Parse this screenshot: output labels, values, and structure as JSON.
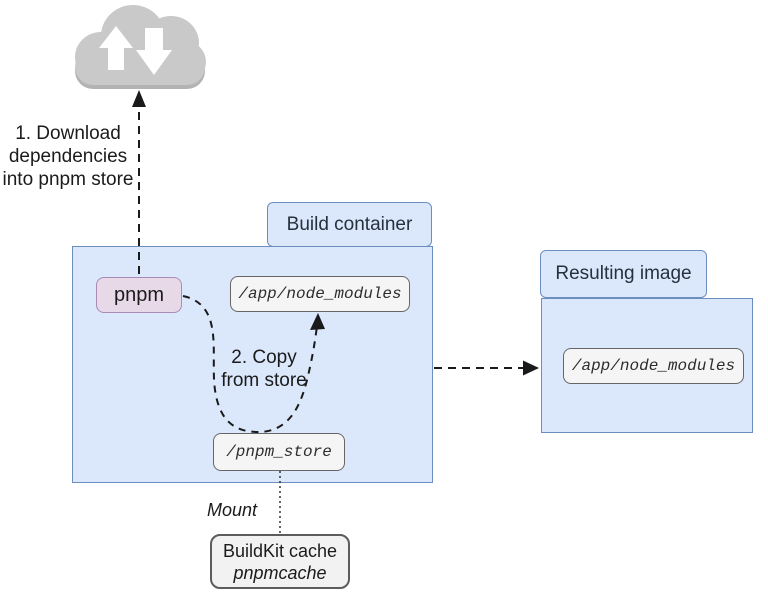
{
  "annotations": {
    "step1": "1. Download\ndependencies\ninto pnpm store",
    "step2": "2. Copy\nfrom store",
    "mount": "Mount"
  },
  "build_container": {
    "title": "Build container",
    "nodes": {
      "pnpm": "pnpm",
      "node_modules": "/app/node_modules",
      "pnpm_store": "/pnpm_store"
    }
  },
  "resulting_image": {
    "title": "Resulting image",
    "nodes": {
      "node_modules": "/app/node_modules"
    }
  },
  "buildkit_cache": {
    "line1": "BuildKit cache",
    "line2": "pnpmcache"
  },
  "icons": {
    "cloud": "cloud-upload-download-icon"
  },
  "colors": {
    "folder_fill": "#dbe8fb",
    "folder_border": "#6c8ebf",
    "pnpm_fill": "#e8d9e9",
    "pnpm_border": "#a98bb5",
    "node_fill": "#f5f5f5",
    "node_border": "#666666",
    "cloud_fill": "#c9c9c9",
    "cloud_rim": "#b3b3b3",
    "line": "#1a1a1a"
  }
}
